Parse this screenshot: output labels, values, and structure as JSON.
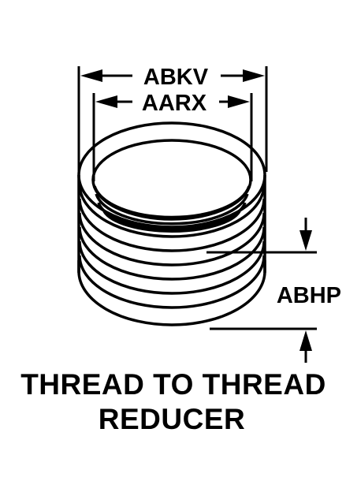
{
  "diagram": {
    "dimensions": {
      "outer_diameter_label": "ABKV",
      "inner_diameter_label": "AARX",
      "height_label": "ABHP"
    },
    "title_line_1": "THREAD TO THREAD",
    "title_line_2": "REDUCER",
    "colors": {
      "ink": "#000000",
      "background": "#ffffff"
    }
  }
}
